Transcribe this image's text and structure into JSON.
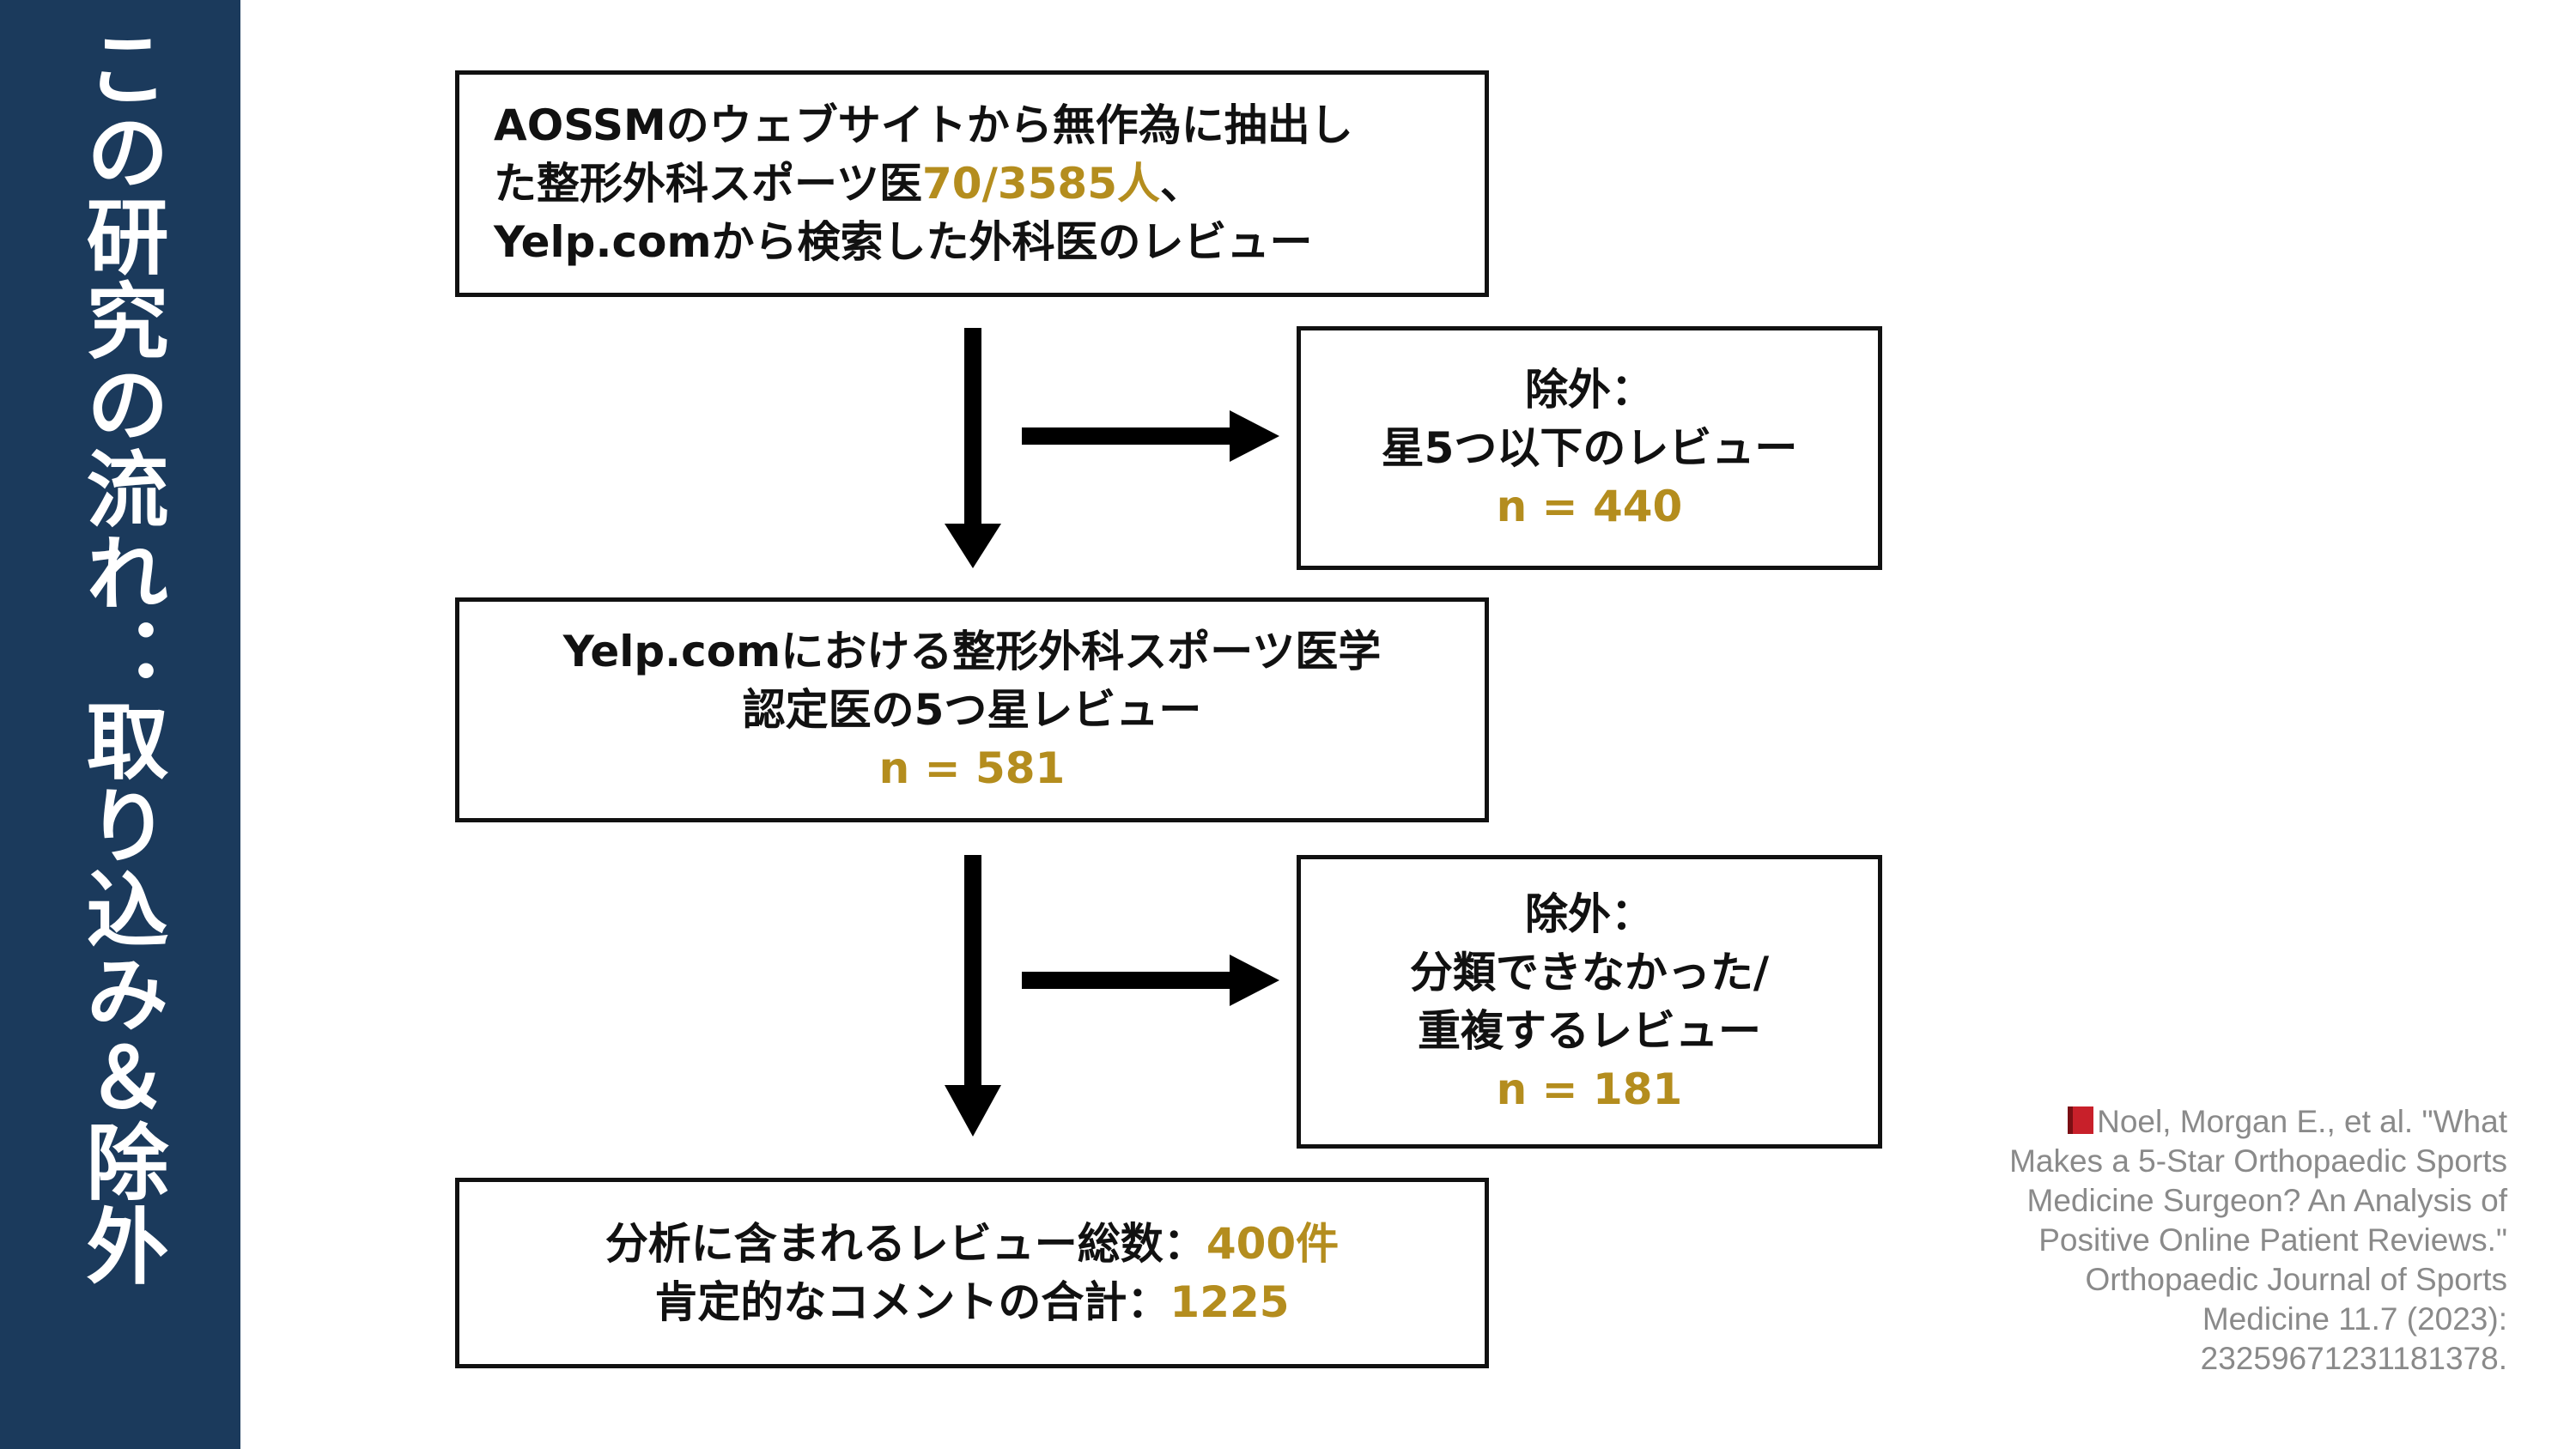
{
  "sidebar": {
    "title": "この研究の流れ：取り込み＆除外"
  },
  "flow": {
    "box1": {
      "line1": "AOSSMのウェブサイトから無作為に抽出し",
      "line2_pre": "た整形外科スポーツ医",
      "line2_hl": "70/3585人",
      "line2_post": "、",
      "line3": "Yelp.comから検索した外科医のレビュー"
    },
    "exclusion1": {
      "label": "除外：",
      "text": "星5つ以下のレビュー",
      "n": "n = 440"
    },
    "box2": {
      "line1": "Yelp.comにおける整形外科スポーツ医学",
      "line2": "認定医の5つ星レビュー",
      "n": "n = 581"
    },
    "exclusion2": {
      "label": "除外：",
      "line1": "分類できなかった/",
      "line2": "重複するレビュー",
      "n": "n = 181"
    },
    "box3": {
      "line1_pre": "分析に含まれるレビュー総数：",
      "line1_hl": "400件",
      "line2_pre": "肯定的なコメントの合計：",
      "line2_hl": "1225"
    }
  },
  "colors": {
    "sidebar_bg": "#1b3a5c",
    "highlight": "#b48d1e",
    "citation": "#8a8a8a"
  },
  "citation": {
    "icon": "book-icon",
    "line1": "Noel, Morgan E., et al. \"What",
    "line2": "Makes a 5-Star Orthopaedic Sports",
    "line3": "Medicine Surgeon? An Analysis of",
    "line4": "Positive Online Patient Reviews.\"",
    "line5": "Orthopaedic Journal of Sports",
    "line6": "Medicine 11.7 (2023):",
    "line7": "23259671231181378."
  }
}
